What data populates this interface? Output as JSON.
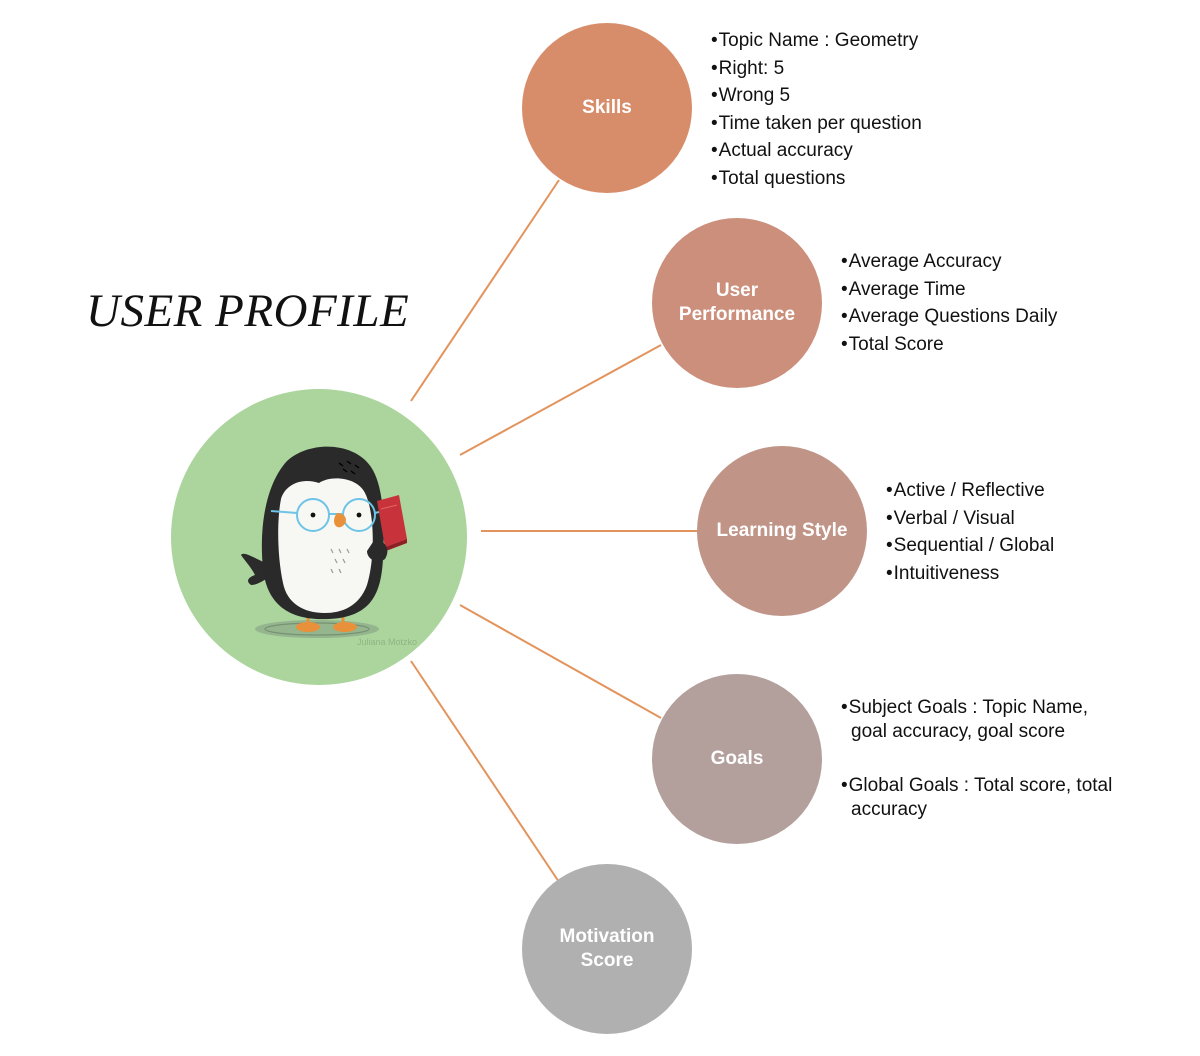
{
  "title": "USER PROFILE",
  "colors": {
    "connector": "#e3935c",
    "hub_fill": "#acd59e",
    "skills": "#d88d6a",
    "user_performance": "#cb8f7b",
    "learning_style": "#c09587",
    "goals": "#b3a09c",
    "motivation_score": "#b0b0b0"
  },
  "hub_image": {
    "icon": "penguin-with-glasses-holding-book",
    "watermark": "Juliana Motzko"
  },
  "nodes": {
    "skills": {
      "label": "Skills",
      "details": [
        "Topic Name : Geometry",
        "Right: 5",
        "Wrong 5",
        "Time taken per question",
        "Actual accuracy",
        "Total questions"
      ]
    },
    "user_performance": {
      "label": "User Performance",
      "details": [
        "Average Accuracy",
        "Average Time",
        "Average Questions Daily",
        "Total Score"
      ]
    },
    "learning_style": {
      "label": "Learning Style",
      "details": [
        "Active / Reflective",
        "Verbal / Visual",
        "Sequential / Global",
        "Intuitiveness"
      ]
    },
    "goals": {
      "label": "Goals",
      "details": [
        "Subject Goals : Topic Name, goal accuracy, goal score",
        "Global Goals : Total score, total accuracy"
      ]
    },
    "motivation_score": {
      "label": "Motivation Score",
      "details": []
    }
  }
}
